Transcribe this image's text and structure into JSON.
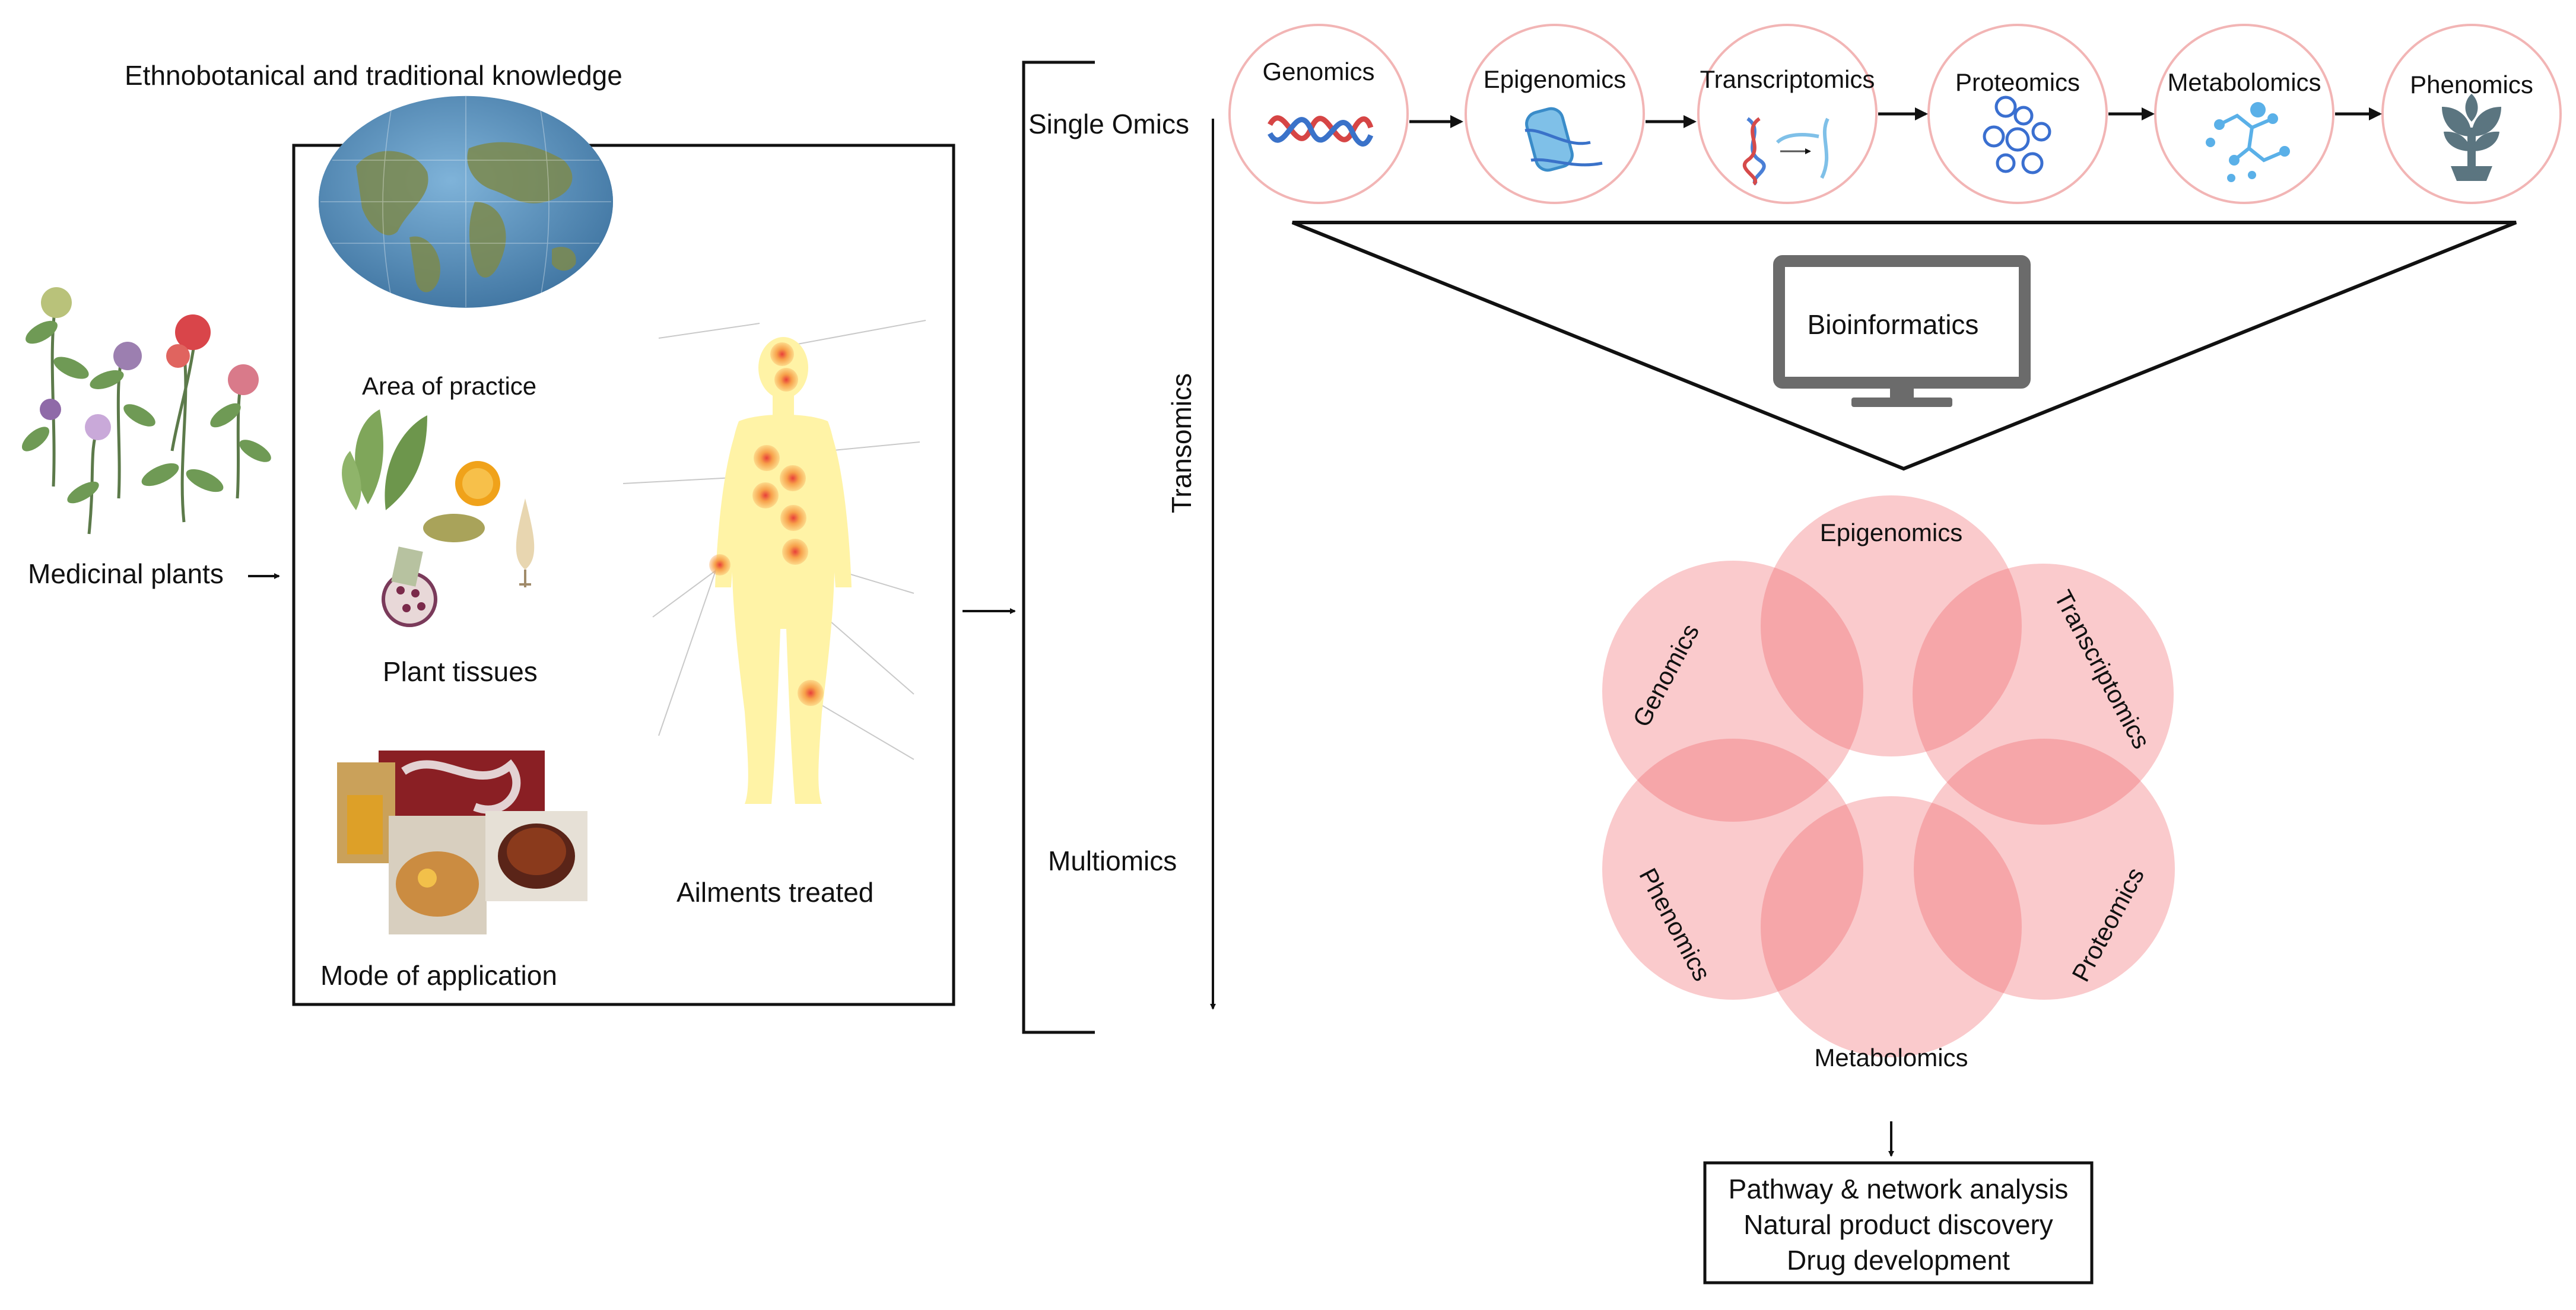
{
  "left_panel": {
    "heading": "Ethnobotanical and traditional knowledge",
    "medicinal_plants_label": "Medicinal plants",
    "area_label": "Area of practice",
    "tissues_label": "Plant tissues",
    "application_label": "Mode of application",
    "ailments_label": "Ailments treated"
  },
  "omics": {
    "single_label": "Single Omics",
    "multi_label": "Multiomics",
    "transomics_label": "Transomics",
    "bioinformatics_label": "Bioinformatics",
    "stages": [
      {
        "label": "Genomics",
        "icon": "dna-helix-icon"
      },
      {
        "label": "Epigenomics",
        "icon": "nucleosome-icon"
      },
      {
        "label": "Transcriptomics",
        "icon": "rna-transcription-icon"
      },
      {
        "label": "Proteomics",
        "icon": "protein-cluster-icon"
      },
      {
        "label": "Metabolomics",
        "icon": "molecule-icon"
      },
      {
        "label": "Phenomics",
        "icon": "plant-sprout-icon"
      }
    ]
  },
  "venn": {
    "top": "Epigenomics",
    "upper_right": "Transcriptomics",
    "lower_right": "Proteomics",
    "bottom": "Metabolomics",
    "lower_left": "Phenomics",
    "upper_left": "Genomics"
  },
  "outcomes": {
    "line1": "Pathway & network analysis",
    "line2": "Natural product discovery",
    "line3": "Drug development"
  },
  "colors": {
    "venn_fill": "#f05a60",
    "stage_circle_stroke": "#f2b5b5",
    "body_fill": "#fff3a6",
    "ailment_dot": "#f7a04a"
  }
}
